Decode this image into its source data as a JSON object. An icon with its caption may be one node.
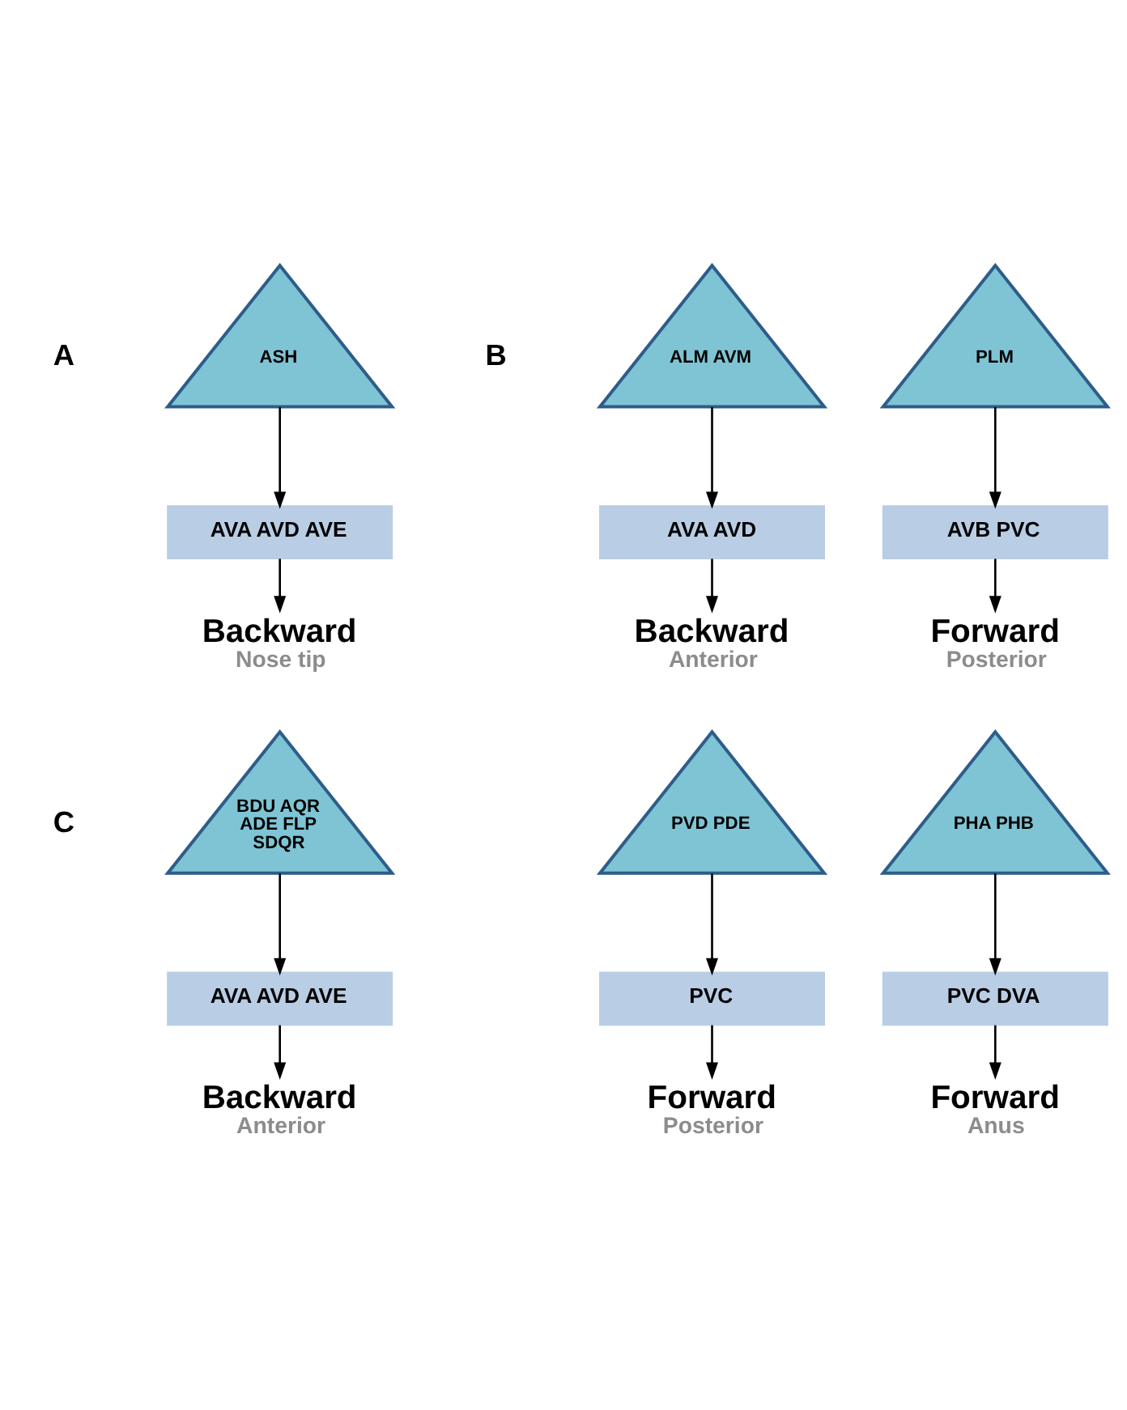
{
  "diagram": {
    "nodes": [
      {
        "text": [
          "ASH"
        ]
      },
      {
        "text": [
          "AVA AVD AVE"
        ]
      },
      {
        "text": [
          "Backward",
          "Nose tip"
        ]
      },
      {
        "text": [
          "ALM AVM"
        ]
      },
      {
        "text": [
          "AVA AVD"
        ]
      },
      {
        "text": [
          "Backward",
          "Anterior"
        ]
      },
      {
        "text": [
          "PLM"
        ]
      },
      {
        "text": [
          "AVB PVC"
        ]
      },
      {
        "text": [
          "Forward",
          "Posterior"
        ]
      },
      {
        "text": [
          "BDU AQR ADE FLP SDQR"
        ]
      },
      {
        "text": [
          "AVA AVD AVE"
        ]
      },
      {
        "text": [
          "Backward",
          "Anterior"
        ]
      },
      {
        "text": [
          "PVD PDE"
        ]
      },
      {
        "text": [
          "PVC"
        ]
      },
      {
        "text": [
          "Forward",
          "Posterior"
        ]
      },
      {
        "text": [
          "PHA PHB"
        ]
      },
      {
        "text": [
          "PVC DVA"
        ]
      },
      {
        "text": [
          "Forward",
          "Anus"
        ]
      }
    ],
    "edges": [
      {
        "from": 0,
        "to": 1,
        "arrow": "to"
      },
      {
        "from": 1,
        "to": 2,
        "arrow": "to"
      },
      {
        "from": 3,
        "to": 4,
        "arrow": "to"
      },
      {
        "from": 4,
        "to": 5,
        "arrow": "to"
      },
      {
        "from": 6,
        "to": 7,
        "arrow": "to"
      },
      {
        "from": 7,
        "to": 8,
        "arrow": "to"
      },
      {
        "from": 9,
        "to": 10,
        "arrow": "to"
      },
      {
        "from": 10,
        "to": 11,
        "arrow": "to"
      },
      {
        "from": 12,
        "to": 13,
        "arrow": "to"
      },
      {
        "from": 13,
        "to": 14,
        "arrow": "to"
      },
      {
        "from": 15,
        "to": 16,
        "arrow": "to"
      },
      {
        "from": 16,
        "to": 17,
        "arrow": "to"
      }
    ],
    "labels": [
      "A",
      "B",
      "C"
    ]
  }
}
